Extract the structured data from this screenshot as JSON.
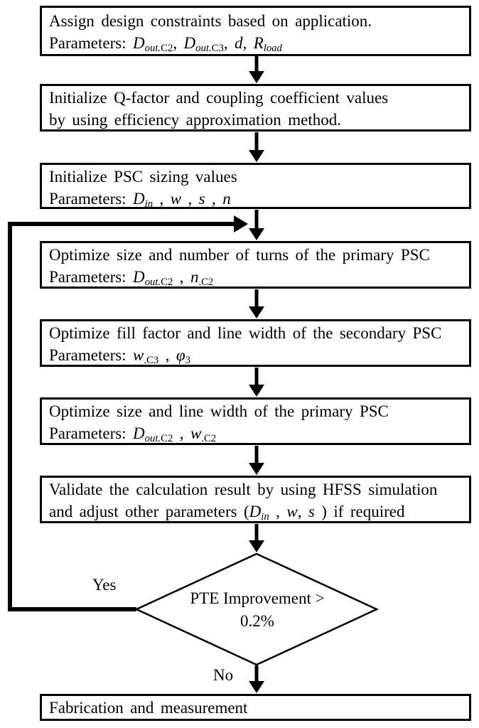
{
  "colors": {
    "ink": "#000000",
    "paper": "#ffffff"
  },
  "steps": [
    {
      "name": "assign-design-constraints",
      "lines": [
        [
          {
            "t": "Assign design constraints based on application."
          }
        ],
        [
          {
            "t": "Parameters: "
          },
          {
            "t": "D",
            "s": "v"
          },
          {
            "t": "out.",
            "s": "vs"
          },
          {
            "t": "C2",
            "s": "s"
          },
          {
            "t": ", "
          },
          {
            "t": "D",
            "s": "v"
          },
          {
            "t": "out.",
            "s": "vs"
          },
          {
            "t": "C3",
            "s": "s"
          },
          {
            "t": ", "
          },
          {
            "t": "d",
            "s": "v"
          },
          {
            "t": ", "
          },
          {
            "t": "R",
            "s": "v"
          },
          {
            "t": "load",
            "s": "vs"
          }
        ]
      ]
    },
    {
      "name": "initialize-q-factor",
      "lines": [
        [
          {
            "t": "Initialize Q-factor and coupling coefficient values"
          }
        ],
        [
          {
            "t": "by using efficiency approximation method."
          }
        ]
      ]
    },
    {
      "name": "initialize-psc-sizing",
      "lines": [
        [
          {
            "t": "Initialize PSC sizing values"
          }
        ],
        [
          {
            "t": "Parameters: "
          },
          {
            "t": "D",
            "s": "v"
          },
          {
            "t": "in",
            "s": "vs"
          },
          {
            "t": " , "
          },
          {
            "t": "w",
            "s": "v"
          },
          {
            "t": " , "
          },
          {
            "t": "s",
            "s": "v"
          },
          {
            "t": " , "
          },
          {
            "t": "n",
            "s": "v"
          }
        ]
      ]
    },
    {
      "name": "optimize-size-turns-primary-psc",
      "lines": [
        [
          {
            "t": "Optimize size and number of turns of the primary PSC"
          }
        ],
        [
          {
            "t": "Parameters: "
          },
          {
            "t": "D",
            "s": "v"
          },
          {
            "t": "out.",
            "s": "vs"
          },
          {
            "t": "C2",
            "s": "s"
          },
          {
            "t": " , "
          },
          {
            "t": "n",
            "s": "v"
          },
          {
            "t": ".C2",
            "s": "s"
          }
        ]
      ]
    },
    {
      "name": "optimize-fill-factor-secondary-psc",
      "lines": [
        [
          {
            "t": "Optimize fill factor and line width of the secondary PSC"
          }
        ],
        [
          {
            "t": "Parameters: "
          },
          {
            "t": "w",
            "s": "v"
          },
          {
            "t": ".C3",
            "s": "s"
          },
          {
            "t": " , "
          },
          {
            "t": "φ",
            "s": "v"
          },
          {
            "t": "3",
            "s": "s"
          }
        ]
      ]
    },
    {
      "name": "optimize-size-linewidth-primary-psc",
      "lines": [
        [
          {
            "t": "Optimize size and line width of the primary PSC"
          }
        ],
        [
          {
            "t": "Parameters: "
          },
          {
            "t": "D",
            "s": "v"
          },
          {
            "t": "out.",
            "s": "vs"
          },
          {
            "t": "C2",
            "s": "s"
          },
          {
            "t": " , "
          },
          {
            "t": "w",
            "s": "v"
          },
          {
            "t": ".C2",
            "s": "s"
          }
        ]
      ]
    },
    {
      "name": "validate-hfss-simulation",
      "lines": [
        [
          {
            "t": "Validate the calculation result by using HFSS simulation"
          }
        ],
        [
          {
            "t": "and adjust other parameters ("
          },
          {
            "t": "D",
            "s": "v"
          },
          {
            "t": "in",
            "s": "vs"
          },
          {
            "t": " , "
          },
          {
            "t": "w",
            "s": "v"
          },
          {
            "t": ", "
          },
          {
            "t": "s",
            "s": "v"
          },
          {
            "t": " ) if required"
          }
        ]
      ]
    },
    {
      "name": "fabrication-and-measurement",
      "lines": [
        [
          {
            "t": "Fabrication and measurement"
          }
        ]
      ]
    }
  ],
  "decision": {
    "line1": "PTE Improvement >",
    "line2": "0.2%"
  },
  "branch_labels": {
    "yes": "Yes",
    "no": "No"
  }
}
